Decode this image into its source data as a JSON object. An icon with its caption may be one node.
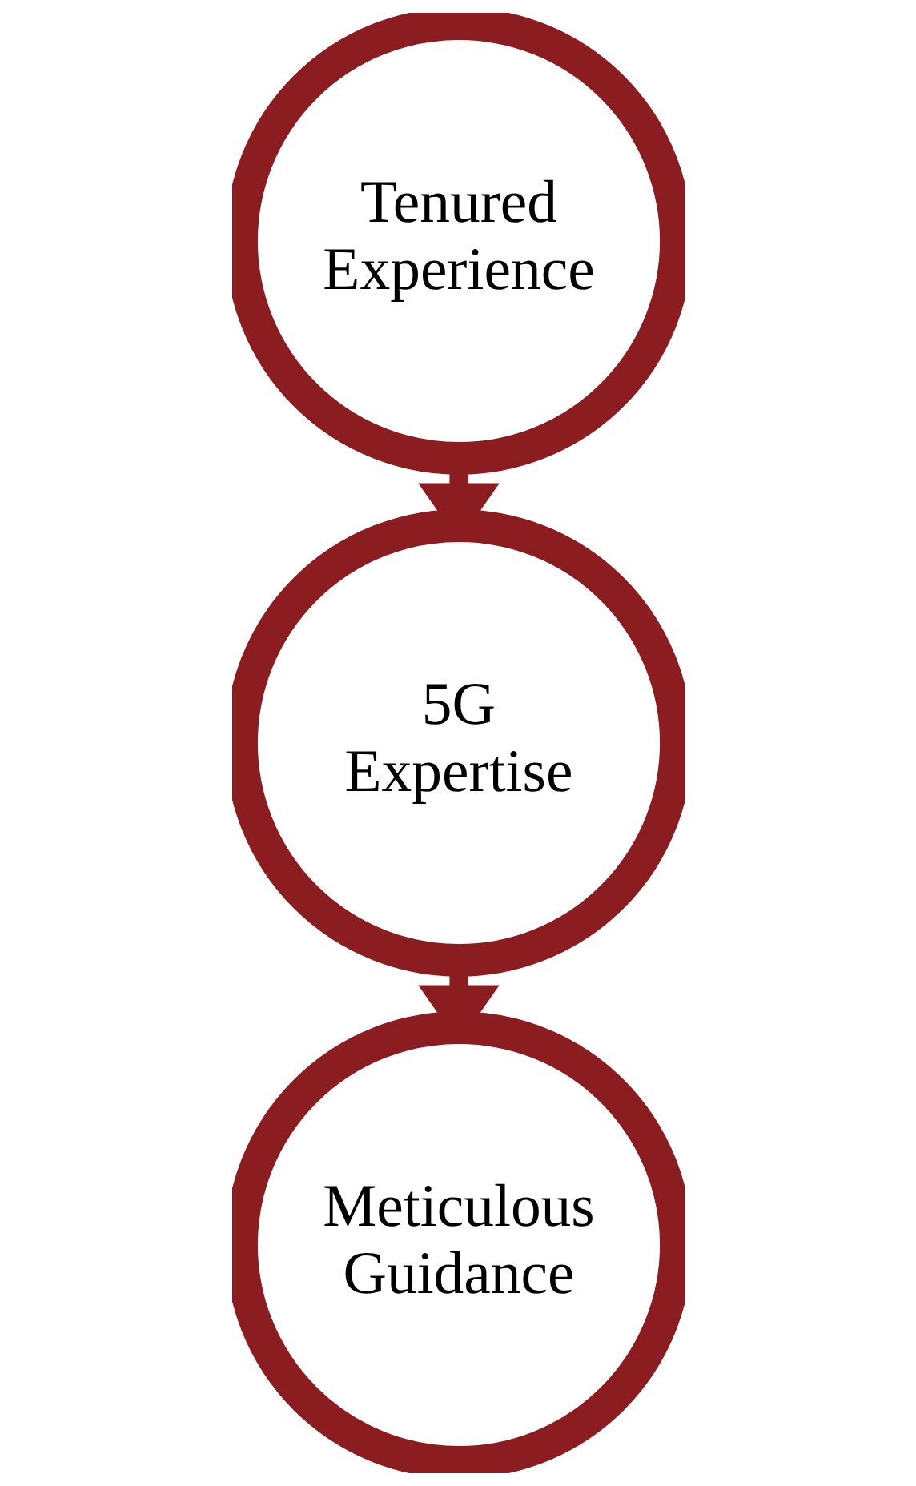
{
  "diagram": {
    "nodes": [
      {
        "text": [
          "Tenured Experience"
        ]
      },
      {
        "text": [
          "5G Expertise"
        ]
      },
      {
        "text": [
          "Meticulous Guidance"
        ]
      }
    ],
    "edges": [
      {
        "from": 0,
        "to": 1,
        "arrow": "to"
      },
      {
        "from": 1,
        "to": 2,
        "arrow": "to"
      }
    ]
  }
}
